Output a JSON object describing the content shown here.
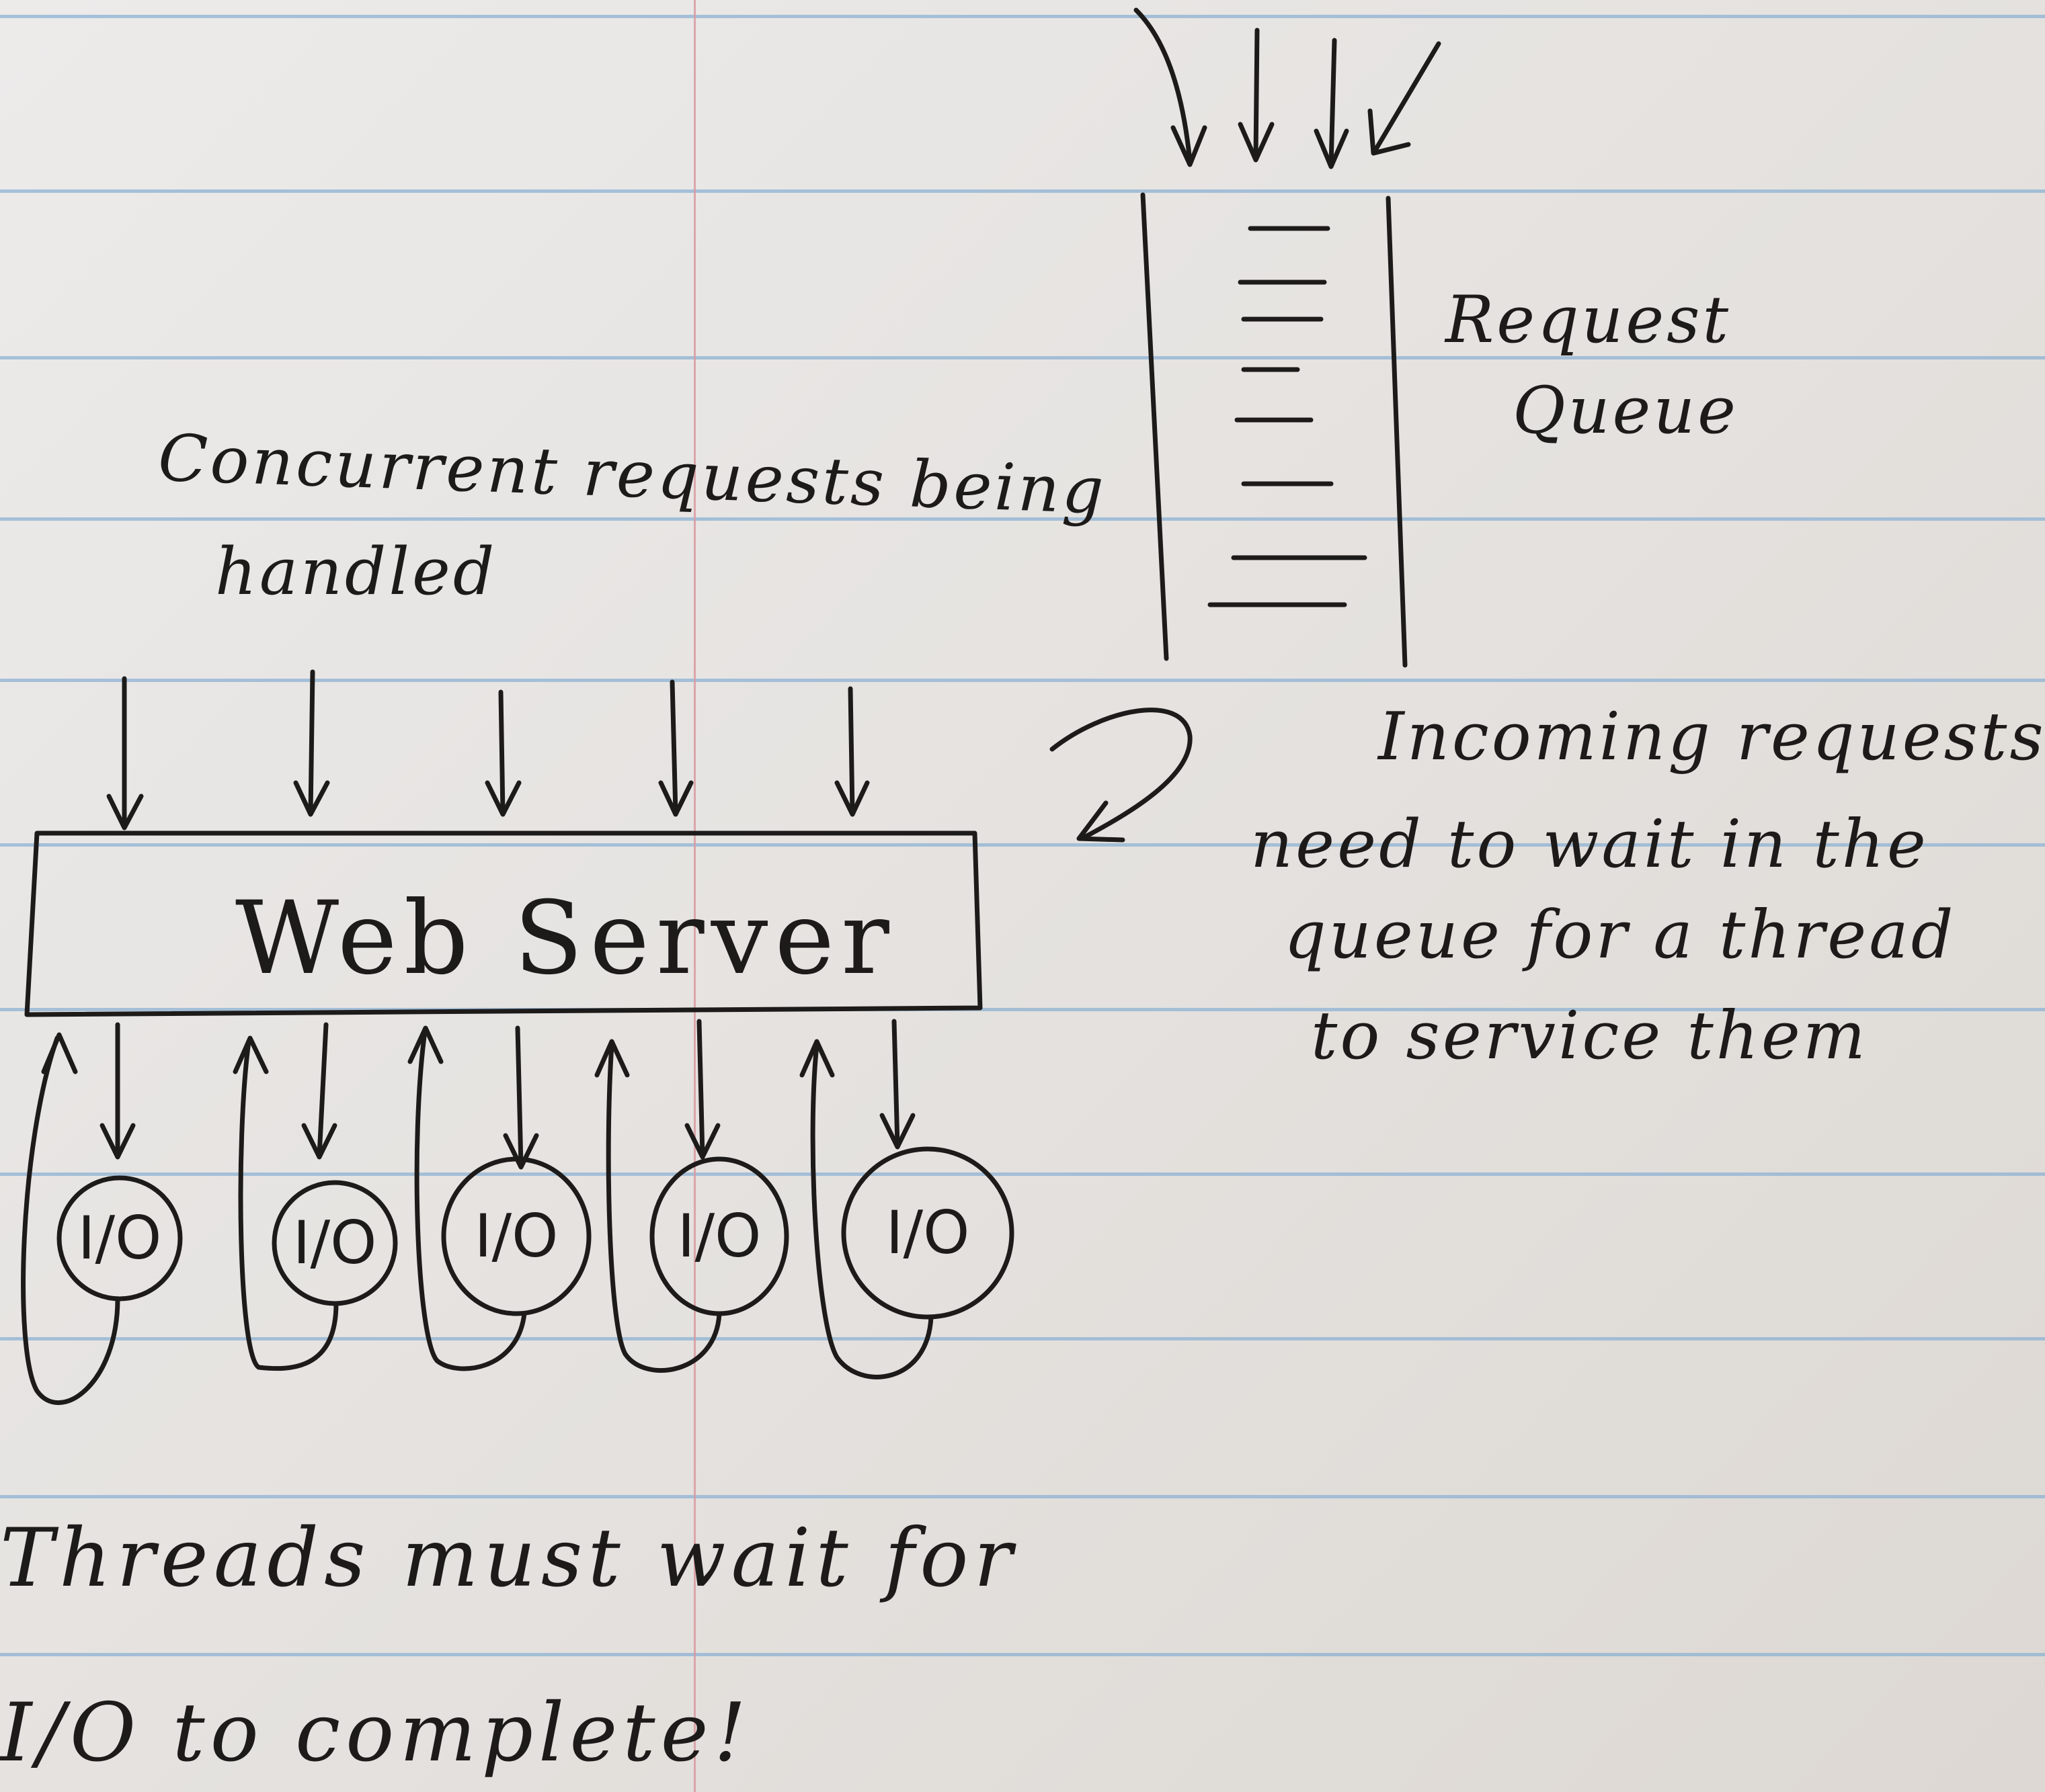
{
  "concurrent_label": {
    "line1": "Concurrent requests being",
    "line2": "handled"
  },
  "queue_label": {
    "line1": "Request",
    "line2": "Queue"
  },
  "incoming_label": {
    "line1": "Incoming requests",
    "line2": "need to wait in the",
    "line3": "queue for a thread",
    "line4": "to service them"
  },
  "server_label": "Web Server",
  "io_nodes": [
    {
      "label": "I/O"
    },
    {
      "label": "I/O"
    },
    {
      "label": "I/O"
    },
    {
      "label": "I/O"
    },
    {
      "label": "I/O"
    }
  ],
  "footer_note": {
    "line1": "Threads must wait for",
    "line2": "I/O to complete!"
  },
  "colors": {
    "paper": "#e9e6e3",
    "ruled_lines": "#8eb2d3",
    "margin_line": "#d99aa1",
    "ink": "#1d1b1a"
  }
}
